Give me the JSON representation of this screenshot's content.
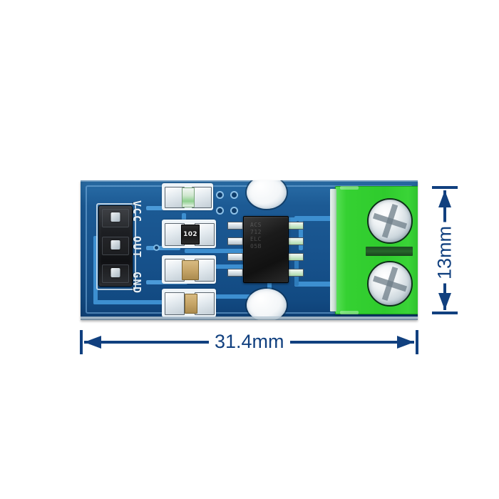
{
  "scene": {
    "background_color": "#ffffff",
    "subject": "current sensor breakout board photo with dimension callouts"
  },
  "board": {
    "color": "#17528c",
    "silkscreen_labels": [
      {
        "text": "VCC",
        "pin": 1
      },
      {
        "text": "OUT",
        "pin": 2
      },
      {
        "text": "GND",
        "pin": 3
      }
    ],
    "components": {
      "resistor_marking": "102",
      "ic_marking_line1": "ACS",
      "ic_marking_line2": "712",
      "ic_marking_line3": "ELC",
      "ic_marking_line4": "05B"
    },
    "terminal_block": {
      "color": "#2fcb2d",
      "screw_count": 2
    }
  },
  "dimensions": {
    "width": {
      "label": "31.4mm",
      "orientation": "horizontal"
    },
    "height": {
      "label": "13mm",
      "orientation": "vertical"
    },
    "line_color": "#11407f"
  }
}
